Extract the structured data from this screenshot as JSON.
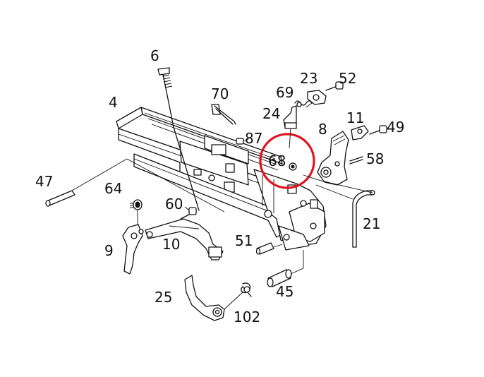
{
  "diagram": {
    "callouts": {
      "c4": "4",
      "c6": "6",
      "c70": "70",
      "c69": "69",
      "c23": "23",
      "c52": "52",
      "c24": "24",
      "c87": "87",
      "c8": "8",
      "c11": "11",
      "c49": "49",
      "c68": "68",
      "c58": "58",
      "c47": "47",
      "c64": "64",
      "c60": "60",
      "c21": "21",
      "c9": "9",
      "c10": "10",
      "c51": "51",
      "c45": "45",
      "c25": "25",
      "c102": "102"
    },
    "highlight_color": "#e0141e"
  }
}
